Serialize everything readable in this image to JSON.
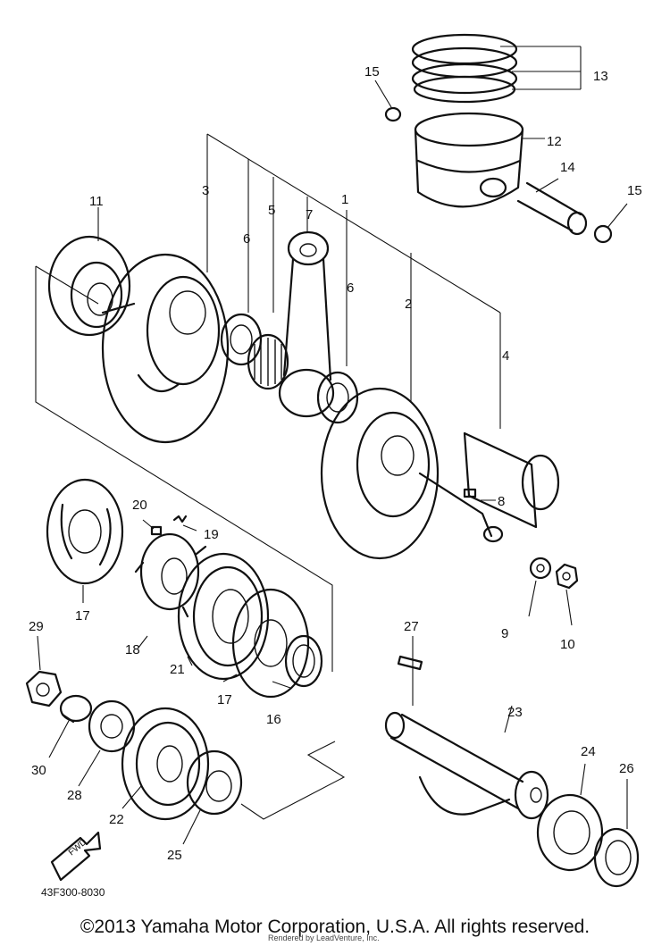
{
  "diagram": {
    "callouts": [
      {
        "id": "c1",
        "text": "1"
      },
      {
        "id": "c2",
        "text": "2"
      },
      {
        "id": "c3",
        "text": "3"
      },
      {
        "id": "c4",
        "text": "4"
      },
      {
        "id": "c5",
        "text": "5"
      },
      {
        "id": "c6a",
        "text": "6"
      },
      {
        "id": "c6b",
        "text": "6"
      },
      {
        "id": "c7",
        "text": "7"
      },
      {
        "id": "c8",
        "text": "8"
      },
      {
        "id": "c9",
        "text": "9"
      },
      {
        "id": "c10",
        "text": "10"
      },
      {
        "id": "c11",
        "text": "11"
      },
      {
        "id": "c12",
        "text": "12"
      },
      {
        "id": "c13",
        "text": "13"
      },
      {
        "id": "c14",
        "text": "14"
      },
      {
        "id": "c15a",
        "text": "15"
      },
      {
        "id": "c15b",
        "text": "15"
      },
      {
        "id": "c16",
        "text": "16"
      },
      {
        "id": "c17a",
        "text": "17"
      },
      {
        "id": "c17b",
        "text": "17"
      },
      {
        "id": "c18",
        "text": "18"
      },
      {
        "id": "c19",
        "text": "19"
      },
      {
        "id": "c20",
        "text": "20"
      },
      {
        "id": "c21",
        "text": "21"
      },
      {
        "id": "c22",
        "text": "22"
      },
      {
        "id": "c23",
        "text": "23"
      },
      {
        "id": "c24",
        "text": "24"
      },
      {
        "id": "c25",
        "text": "25"
      },
      {
        "id": "c26",
        "text": "26"
      },
      {
        "id": "c27",
        "text": "27"
      },
      {
        "id": "c28",
        "text": "28"
      },
      {
        "id": "c29",
        "text": "29"
      },
      {
        "id": "c30",
        "text": "30"
      }
    ],
    "drawing_code": "43F300-8030",
    "fwd_label": "FWD"
  },
  "footer": {
    "copyright": "©2013 Yamaha Motor Corporation, U.S.A. All rights reserved.",
    "rendered_by": "Rendered by LeadVenture, Inc."
  }
}
